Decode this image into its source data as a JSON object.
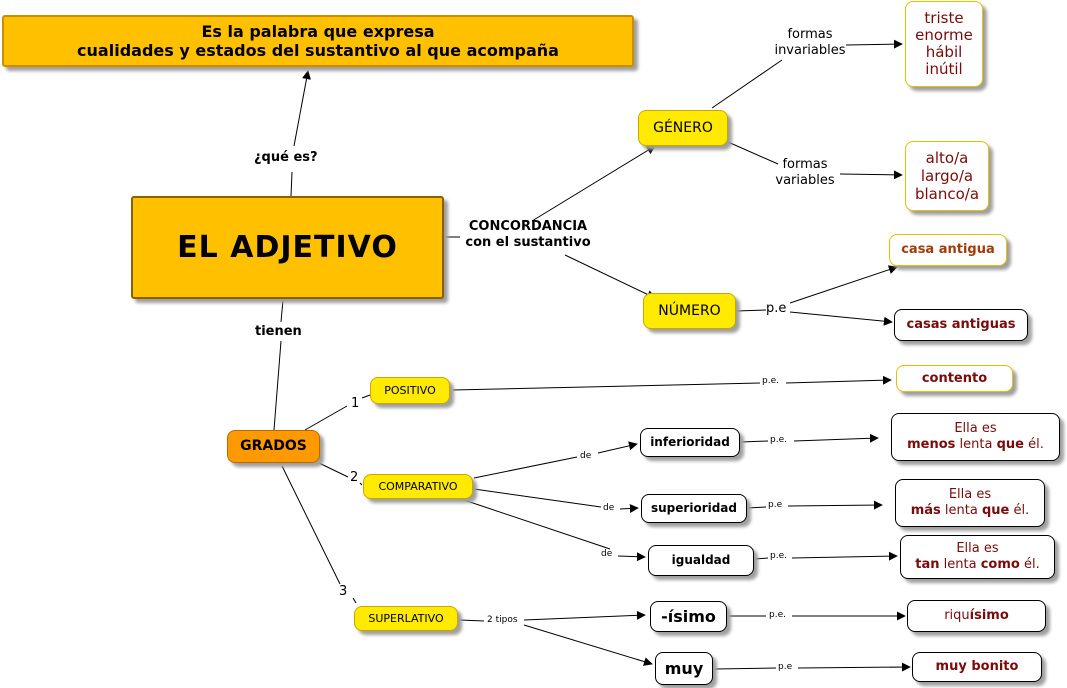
{
  "definition": {
    "line1": "Es la palabra que expresa",
    "line2": "cualidades y estados del sustantivo al que acompaña"
  },
  "main": "EL ADJETIVO",
  "link_que_es": "¿qué es?",
  "link_concordancia": {
    "line1": "CONCORDANCIA",
    "line2": "con el sustantivo"
  },
  "link_tienen": "tienen",
  "genero": "GÉNERO",
  "numero": "NÚMERO",
  "formas_invariables": {
    "line1": "formas",
    "line2": "invariables"
  },
  "formas_variables": {
    "line1": "formas",
    "line2": "variables"
  },
  "invariables_examples": [
    "triste",
    "enorme",
    "hábil",
    "inútil"
  ],
  "variables_examples": [
    "alto/a",
    "largo/a",
    "blanco/a"
  ],
  "pe_numero": "p.e",
  "casa_antigua": "casa antigua",
  "casas_antiguas": "casas antiguas",
  "grados": "GRADOS",
  "num1": "1",
  "num2": "2",
  "num3": "3",
  "positivo": "POSITIVO",
  "comparativo": "COMPARATIVO",
  "superlativo": "SUPERLATIVO",
  "pe_positivo": "p.e.",
  "contento": "contento",
  "de1": "de",
  "de2": "de",
  "de3": "de",
  "inferioridad": "inferioridad",
  "superioridad": "superioridad",
  "igualdad": "igualdad",
  "pe_inf": "p.e.",
  "pe_sup": "p.e",
  "pe_igu": "p.e.",
  "ex_inf": {
    "line1": "Ella es",
    "b1": "menos",
    "m1": " lenta ",
    "b2": "que",
    "e1": " él."
  },
  "ex_sup": {
    "line1": "Ella es",
    "b1": "más",
    "m1": " lenta ",
    "b2": "que",
    "e1": " él."
  },
  "ex_igu": {
    "line1": "Ella es",
    "b1": "tan",
    "m1": " lenta ",
    "b2": "como",
    "e1": " él."
  },
  "dos_tipos": "2 tipos",
  "isimo": "-ísimo",
  "muy": "muy",
  "pe_isimo": "p.e.",
  "pe_muy": "p.e",
  "riquisimo": {
    "a": "riqu",
    "b": "ísimo"
  },
  "muy_bonito": "muy bonito"
}
